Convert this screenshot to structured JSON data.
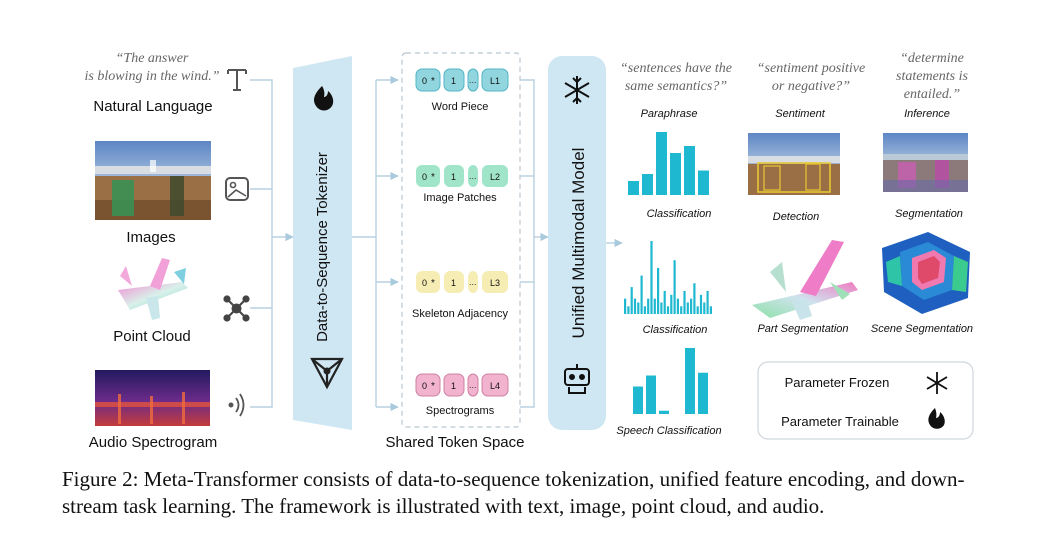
{
  "modalities": {
    "quote_line1": "“The answer",
    "quote_line2": "is blowing in the wind.”",
    "natural_language": "Natural Language",
    "images": "Images",
    "point_cloud": "Point Cloud",
    "audio": "Audio Spectrogram"
  },
  "tokenizer": {
    "label": "Data-to-Sequence Tokenizer"
  },
  "token_space": {
    "title": "Shared Token Space",
    "groups": [
      {
        "name": "Word Piece",
        "end_label": "L1",
        "color": "#7ecfd9"
      },
      {
        "name": "Image Patches",
        "end_label": "L2",
        "color": "#8fe0c0"
      },
      {
        "name": "Skeleton Adjacency",
        "end_label": "L3",
        "color": "#f4eaa8"
      },
      {
        "name": "Spectrograms",
        "end_label": "L4",
        "color": "#f0a6c6"
      }
    ],
    "first_token": "0",
    "second_token": "1",
    "star": "*",
    "ellipsis": "..."
  },
  "model": {
    "label": "Unified Multimodal Model"
  },
  "tasks": {
    "quote_paraphrase_1": "“sentences have the",
    "quote_paraphrase_2": "same semantics?”",
    "quote_sentiment_1": "“sentiment positive",
    "quote_sentiment_2": "or negative?”",
    "quote_inference_1": "“determine",
    "quote_inference_2": "statements is",
    "quote_inference_3": "entailed.”",
    "paraphrase": "Paraphrase",
    "sentiment": "Sentiment",
    "inference": "Inference",
    "classification_1": "Classification",
    "detection": "Detection",
    "segmentation": "Segmentation",
    "classification_2": "Classification",
    "part_segmentation": "Part Segmentation",
    "scene_segmentation": "Scene Segmentation",
    "speech_classification": "Speech Classification"
  },
  "legend": {
    "frozen": "Parameter Frozen",
    "trainable": "Parameter Trainable"
  },
  "colors": {
    "accent": "#1fb8d1",
    "panel": "#cfe7f3",
    "stroke": "#a9c9dc"
  },
  "chart_data": [
    {
      "type": "bar",
      "name": "Classification",
      "values": [
        2,
        3,
        9,
        6,
        7,
        3.5
      ]
    },
    {
      "type": "bar",
      "name": "Classification (point cloud)",
      "values": [
        2,
        1,
        3.5,
        2,
        1.5,
        5,
        1,
        2,
        9.5,
        2,
        6,
        1.5,
        3,
        1,
        2.5,
        7,
        2,
        1,
        3,
        1.5,
        2,
        4,
        1,
        2.5,
        1.5,
        3,
        1
      ]
    },
    {
      "type": "bar",
      "name": "Speech Classification",
      "values": [
        5,
        7,
        0.6,
        0,
        12,
        7.5
      ]
    }
  ],
  "caption": "Figure 2: Meta-Transformer consists of data-to-sequence tokenization, unified feature encoding, and down-stream task learning. The framework is illustrated with text, image, point cloud, and audio."
}
